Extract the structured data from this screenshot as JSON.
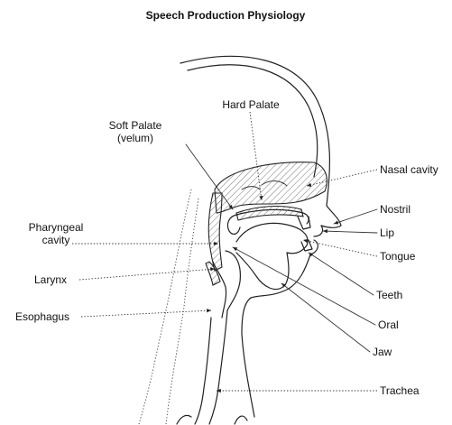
{
  "title": "Speech Production Physiology",
  "labels": {
    "hard_palate": "Hard Palate",
    "soft_palate_line1": "Soft Palate",
    "soft_palate_line2": "(velum)",
    "nasal_cavity": "Nasal cavity",
    "nostril": "Nostril",
    "lip": "Lip",
    "tongue": "Tongue",
    "pharyngeal_line1": "Pharyngeal",
    "pharyngeal_line2": "cavity",
    "larynx": "Larynx",
    "esophagus": "Esophagus",
    "teeth": "Teeth",
    "oral": "Oral",
    "jaw": "Jaw",
    "trachea": "Trachea"
  }
}
